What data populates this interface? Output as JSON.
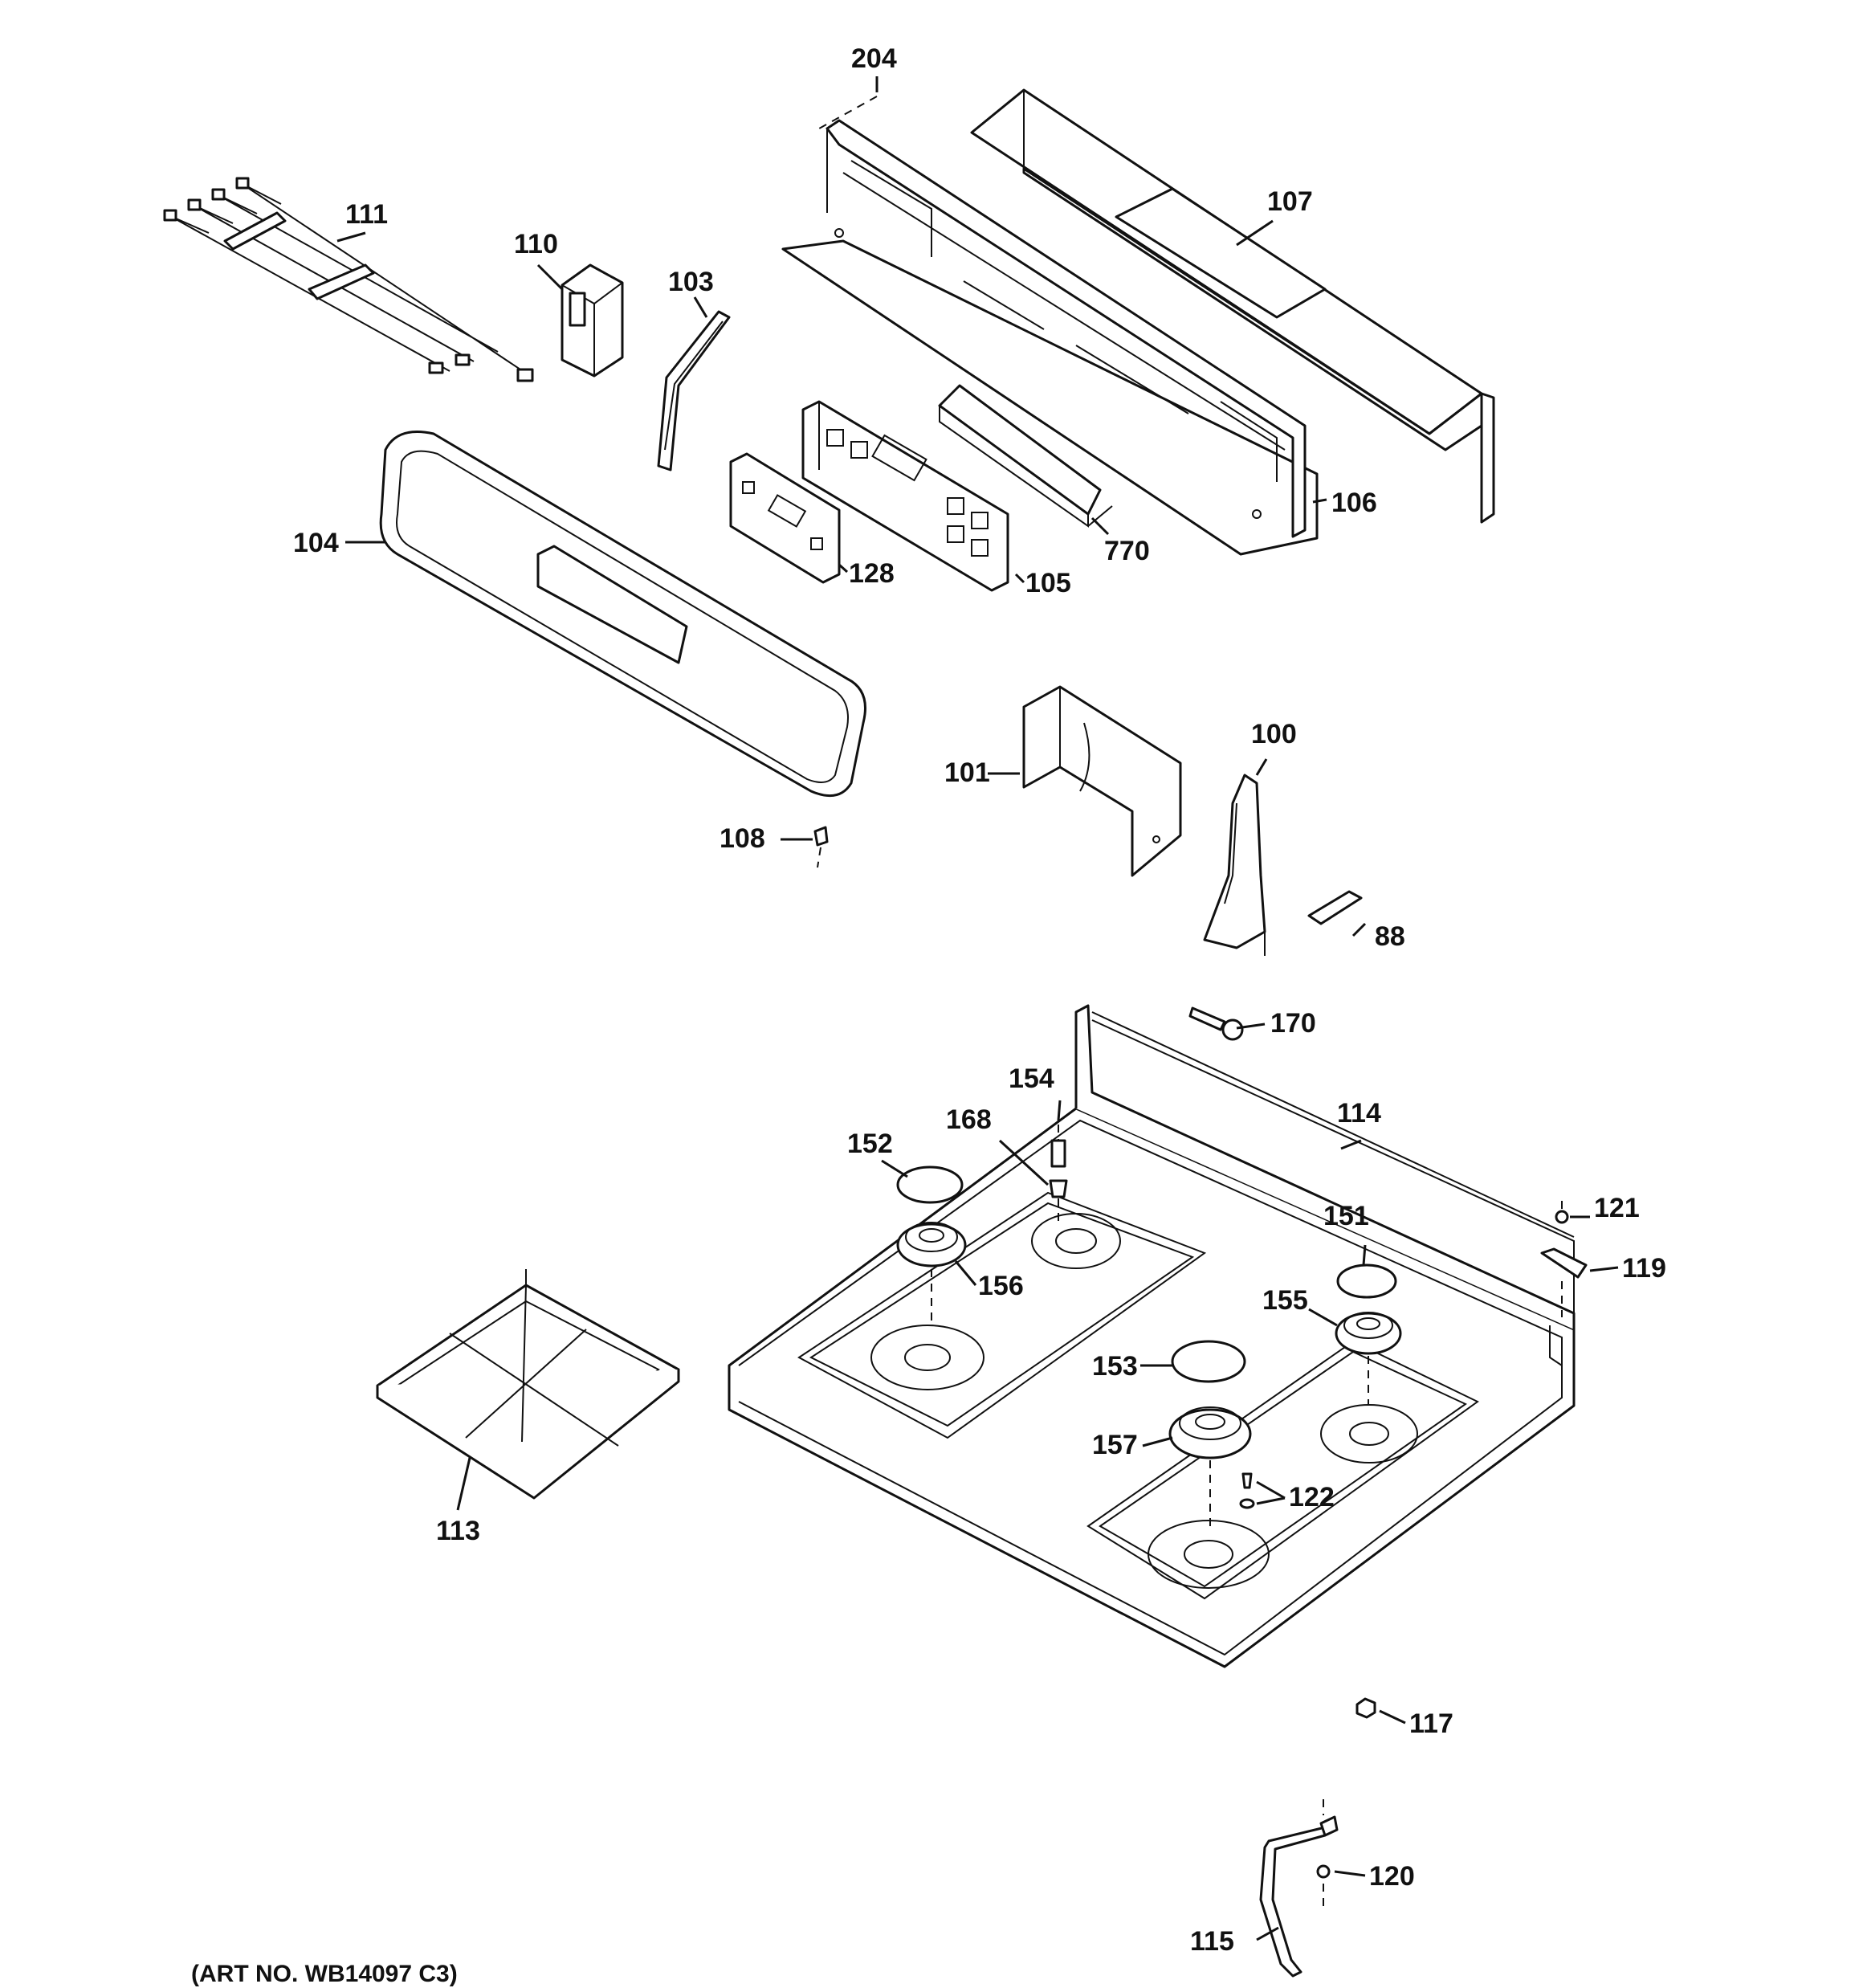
{
  "callouts": {
    "p204": "204",
    "p107": "107",
    "p111": "111",
    "p110": "110",
    "p103": "103",
    "p106": "106",
    "p770": "770",
    "p104": "104",
    "p128": "128",
    "p105": "105",
    "p100": "100",
    "p101": "101",
    "p108": "108",
    "p88": "88",
    "p170": "170",
    "p154": "154",
    "p168": "168",
    "p114": "114",
    "p152": "152",
    "p121": "121",
    "p151": "151",
    "p119": "119",
    "p156": "156",
    "p155": "155",
    "p153": "153",
    "p157": "157",
    "p122": "122",
    "p113": "113",
    "p117": "117",
    "p120": "120",
    "p115": "115"
  },
  "art_number": "(ART NO. WB14097 C3)"
}
